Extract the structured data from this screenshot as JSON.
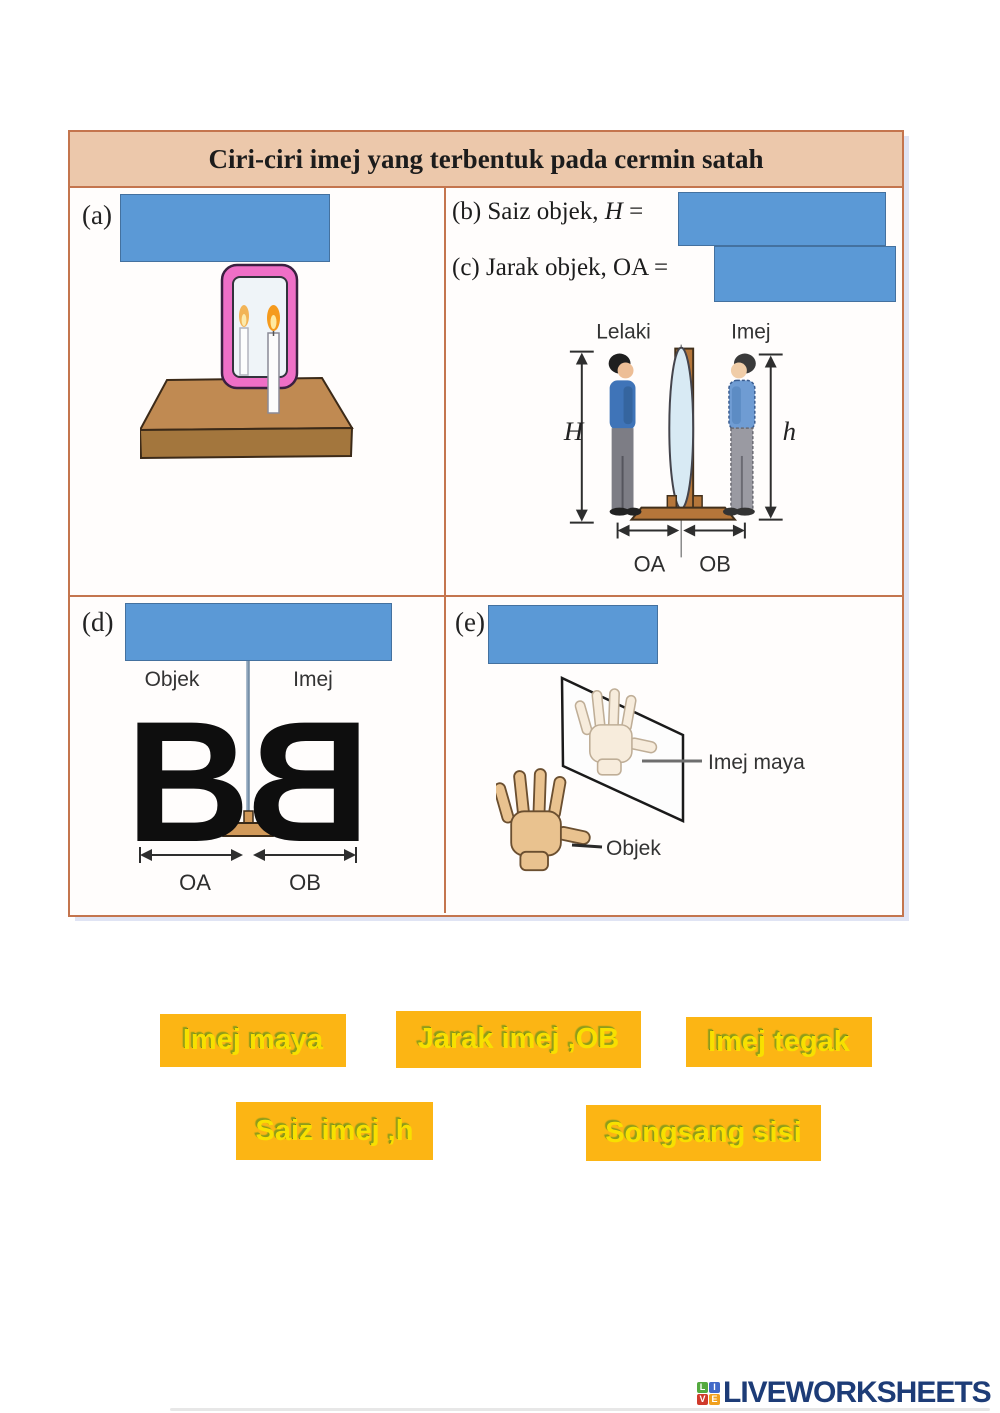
{
  "header": {
    "title": "Ciri-ciri imej yang terbentuk pada cermin satah"
  },
  "cells": {
    "a": {
      "label": "(a)"
    },
    "b": {
      "label": "(b)",
      "prompt": "Saiz objek,",
      "symbol": "H",
      "eq": "="
    },
    "c": {
      "label": "(c)",
      "prompt": "Jarak objek,",
      "symbol": "OA",
      "eq": "="
    },
    "d": {
      "label": "(d)"
    },
    "e": {
      "label": "(e)"
    }
  },
  "diagram_mirror_man": {
    "person_label": "Lelaki",
    "image_label": "Imej",
    "object_height_symbol": "H",
    "image_height_symbol": "h",
    "object_distance": "OA",
    "image_distance": "OB"
  },
  "diagram_letter": {
    "object_label": "Objek",
    "image_label": "Imej",
    "letter": "B",
    "object_distance": "OA",
    "image_distance": "OB"
  },
  "diagram_hand": {
    "virtual_image_label": "Imej maya",
    "object_label": "Objek"
  },
  "chips": [
    {
      "label": "Imej maya"
    },
    {
      "label": "Jarak imej ,OB"
    },
    {
      "label": "Imej tegak"
    },
    {
      "label": "Saiz imej ,h"
    },
    {
      "label": "Songsang sisi"
    }
  ],
  "colors": {
    "table_border": "#c4754e",
    "header_bg": "#ecc8ab",
    "answer_box": "#5b99d6",
    "chip_bg": "#fcb514",
    "chip_text": "#f8e000",
    "brand_navy": "#1d3c77"
  },
  "footer": {
    "brand": "LIVEWORKSHEETS",
    "logo_letters": [
      "L",
      "I",
      "V",
      "E"
    ]
  }
}
